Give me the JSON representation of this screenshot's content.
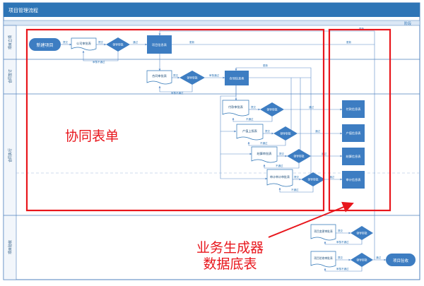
{
  "title": "项目管理流程",
  "stage": "阶段",
  "lanes": [
    {
      "label": "项目立项"
    },
    {
      "label": "合同签订"
    },
    {
      "label": "合同执行"
    },
    {
      "label": "项目验收"
    }
  ],
  "nodes": {
    "start": "新建项目",
    "doc_company_approval": "公司审批表",
    "dec_leader_1": "领导审批",
    "proc_project_info": "项目信息表",
    "doc_contract_approval": "合同审批表",
    "dec_leader_2": "领导审批",
    "proc_contract_info": "合同信息表",
    "doc_payment_approval": "付款审批表",
    "dec_leader_3": "领导审批",
    "proc_payment_info": "付款信息表",
    "doc_output_report": "产值上报表",
    "dec_leader_4": "领导审批",
    "proc_output_info": "产值信息表",
    "doc_settlement_approval": "结算审批表",
    "dec_leader_5": "领导审批",
    "proc_settlement_info": "结算信息表",
    "doc_audit_approval": "审计审计审批表",
    "dec_leader_6": "领导审批",
    "proc_audit_info": "审计信息表",
    "doc_change_approval": "项目变更审批表",
    "dec_leader_7": "领导审批",
    "doc_acceptance_approval": "项目验收审批表",
    "dec_leader_8": "领导审批",
    "end": "项目验收"
  },
  "edge_labels": {
    "submit": "提交",
    "pass": "通过",
    "fail": "不通过",
    "review_fail": "审核不通过",
    "review_pass": "审核通过",
    "update": "更新"
  },
  "callouts": {
    "collab": "协同表单",
    "biz_gen_line1": "业务生成器",
    "biz_gen_line2": "数据底表"
  },
  "colors": {
    "header": "#2e75b6",
    "lane_border": "#4f81bd",
    "node_fill": "#3d7dc2",
    "node_text": "#ffffff",
    "doc_border": "#2e75b6",
    "edge": "#5b8cc8",
    "callout": "#e8161c"
  }
}
